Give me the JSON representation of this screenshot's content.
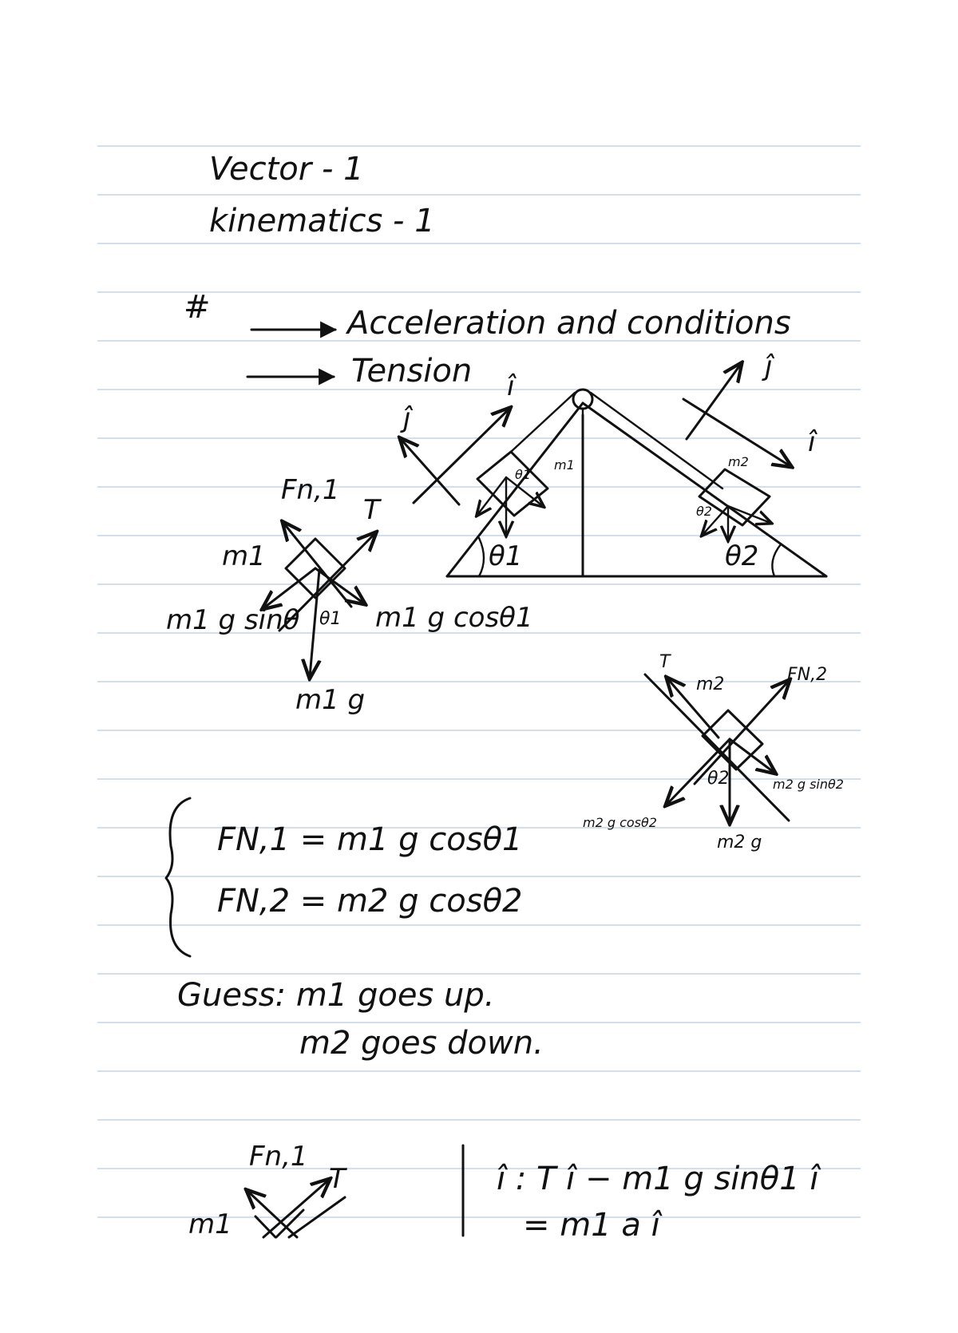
{
  "heading": {
    "line1": "Vector - 1",
    "line2": "kinematics - 1"
  },
  "topics": {
    "bullet": "#",
    "item1": "Acceleration and conditions",
    "item2": "Tension"
  },
  "incline_diagram": {
    "axis_i": "î",
    "axis_j": "ĵ",
    "axis_i_right": "î",
    "axis_j_right": "ĵ",
    "mass1": "m1",
    "mass2": "m2",
    "theta1": "θ1",
    "theta2": "θ2",
    "theta1_small": "θ1",
    "theta2_small": "θ2"
  },
  "fbd_m1": {
    "mass": "m1",
    "normal": "Fn,1",
    "tension": "T",
    "parallel": "m1 g sinθ",
    "perpendicular": "m1 g cosθ1",
    "angle": "θ1",
    "weight": "m1 g"
  },
  "fbd_m2": {
    "mass": "m2",
    "tension": "T",
    "normal": "FN,2",
    "parallel": "m2 g sinθ2",
    "perpendicular": "m2 g cosθ2",
    "angle": "θ2",
    "weight": "m2 g"
  },
  "normal_equations": {
    "eq1": "FN,1 = m1 g cosθ1",
    "eq2": "FN,2 = m2 g cosθ2"
  },
  "guess": {
    "line1": "Guess: m1 goes up.",
    "line2": "m2 goes down."
  },
  "fbd_bottom": {
    "normal": "Fn,1",
    "tension": "T",
    "mass": "m1"
  },
  "i_equation": {
    "line1": "î : T î − m1 g sinθ1 î",
    "line2": "= m1 a î"
  }
}
